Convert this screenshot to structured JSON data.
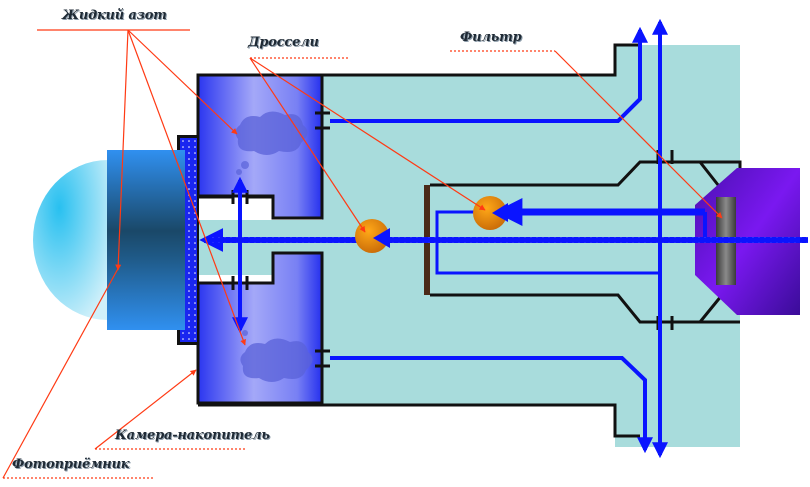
{
  "diagram": {
    "title": "Photodetector cryostat schematic",
    "labels": {
      "liquid_nitrogen": "Жидкий азот",
      "chokes": "Дроссели",
      "filter": "Фильтр",
      "storage_chamber": "Камера-накопитель",
      "photodetector": "Фотоприёмник"
    },
    "colors": {
      "housing_fill": "#a8dcdc",
      "chamber_dark": "#2b36f0",
      "chamber_light": "#9aa0f8",
      "flow_line": "#0a14ff",
      "leader_line": "#ff3a14",
      "outline": "#111111",
      "detector_blue": "#2f8ef0",
      "detector_dark": "#1a4a70",
      "lens_cyan": "#40c8f0",
      "choke_orange": "#f59a10",
      "window_purple": "#5a10d8",
      "filter_gray": "#6a6a6a",
      "partition_brown": "#4a2a18"
    }
  }
}
